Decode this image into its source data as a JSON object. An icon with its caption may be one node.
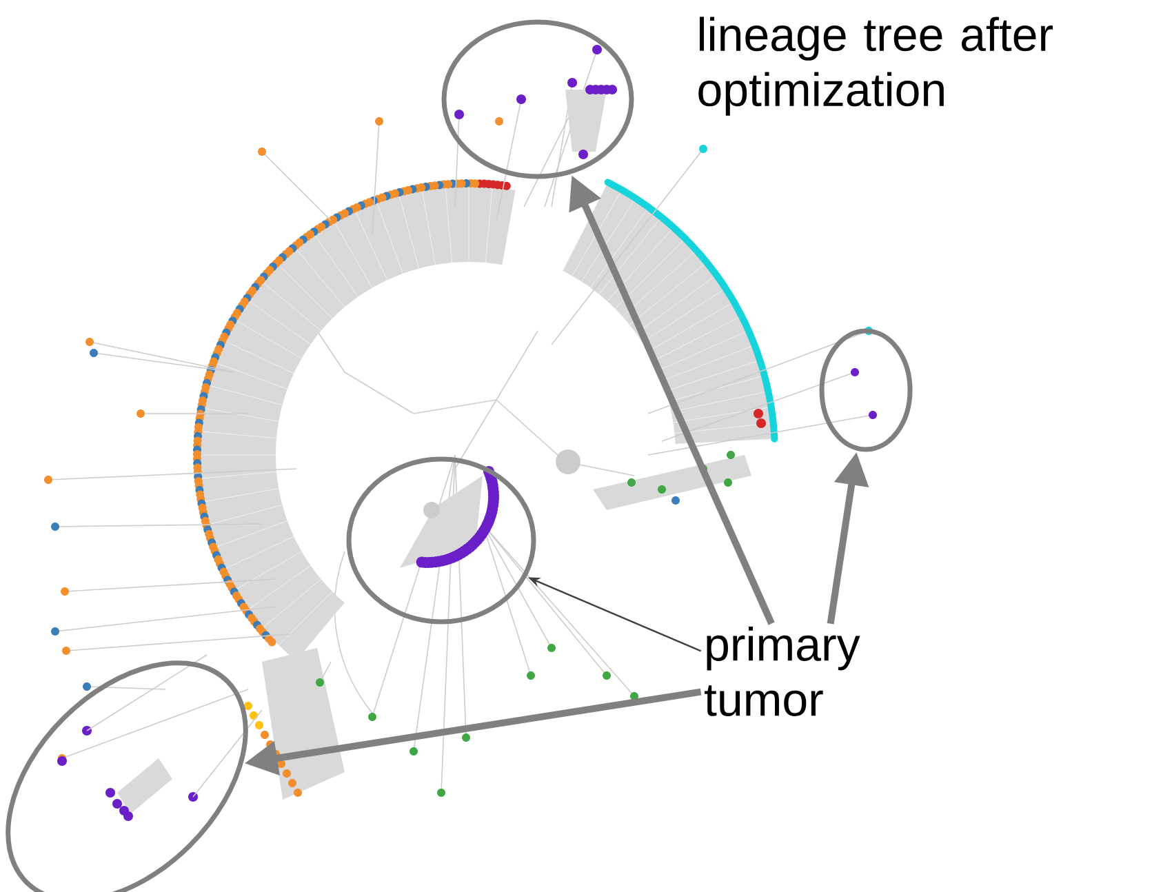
{
  "diagram": {
    "nodes": [
      {
        "text": [],
        "shape": "ellipse"
      },
      {
        "text": [],
        "shape": "ellipse"
      },
      {
        "text": [],
        "shape": "ellipse"
      },
      {
        "text": [],
        "shape": "ellipse"
      },
      {
        "text": [
          "primary tumor"
        ]
      }
    ],
    "edges": [
      {
        "from": 4,
        "to": 2,
        "arrow": "to",
        "color": "#404040"
      },
      {
        "from": 4,
        "to": 3,
        "arrow": "to"
      },
      {
        "from": 4,
        "to": 0,
        "arrow": "to"
      },
      {
        "from": 4,
        "to": 1,
        "arrow": "to"
      }
    ],
    "labels": [
      "lineage tree after optimization"
    ]
  }
}
